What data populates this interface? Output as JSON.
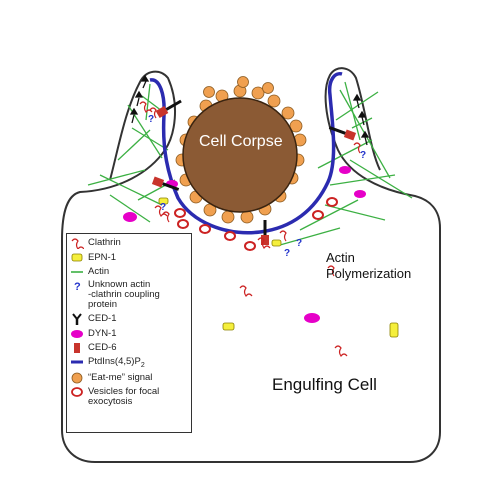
{
  "labels": {
    "cell_corpse": "Cell Corpse",
    "actin_polymerization_line1": "Actin",
    "actin_polymerization_line2": "Polymerization",
    "engulfing_cell": "Engulfing Cell"
  },
  "legend": [
    {
      "symbol": "clathrin",
      "label": "Clathrin"
    },
    {
      "symbol": "epn1",
      "label": "EPN-1"
    },
    {
      "symbol": "actin",
      "label": "Actin"
    },
    {
      "symbol": "unknown",
      "label_lines": [
        "Unknown actin",
        "-clathrin coupling",
        "protein"
      ]
    },
    {
      "symbol": "ced1",
      "label": "CED-1"
    },
    {
      "symbol": "dyn1",
      "label": "DYN-1"
    },
    {
      "symbol": "ced6",
      "label": "CED-6"
    },
    {
      "symbol": "ptdins",
      "label_main": "PtdIns(4,5)P",
      "label_sub": "2"
    },
    {
      "symbol": "eatme",
      "label": "“Eat-me” signal"
    },
    {
      "symbol": "vesicle",
      "label_lines": [
        "Vesicles for focal",
        "exocytosis"
      ]
    }
  ],
  "colors": {
    "corpse": "#8b5a34",
    "eat_me": "#f0a050",
    "membrane": "#2b2bb0",
    "actin": "#3cb043",
    "dyn1": "#e600c8",
    "epn1": "#f5ef3c",
    "ced6": "#c8342c",
    "vesicle": "#cc2222",
    "unknown": "#2233cc"
  },
  "icons": [
    "clathrin-icon",
    "epn1-icon",
    "actin-icon",
    "unknown-protein-icon",
    "ced1-icon",
    "dyn1-icon",
    "ced6-icon",
    "ptdins-icon",
    "eat-me-icon",
    "vesicle-icon"
  ]
}
